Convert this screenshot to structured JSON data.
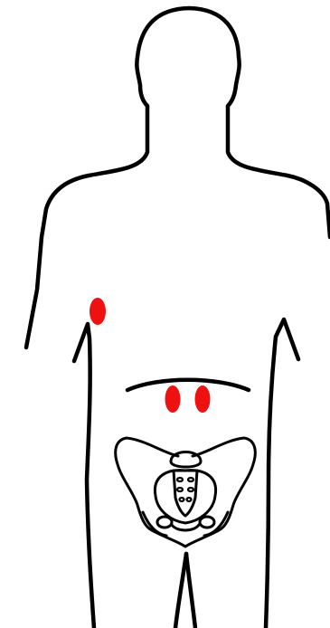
{
  "figure": {
    "view": "posterior",
    "subject": "human-body-outline",
    "marker_color": "#ee1111",
    "line_color": "#000000",
    "background": "#ffffff"
  },
  "markers": [
    {
      "id": "marker-right-flank",
      "region": "lower-rib-flank",
      "count": 1
    },
    {
      "id": "marker-lumbar-left",
      "region": "lower-back",
      "count": 1
    },
    {
      "id": "marker-lumbar-right",
      "region": "lower-back",
      "count": 1
    }
  ]
}
